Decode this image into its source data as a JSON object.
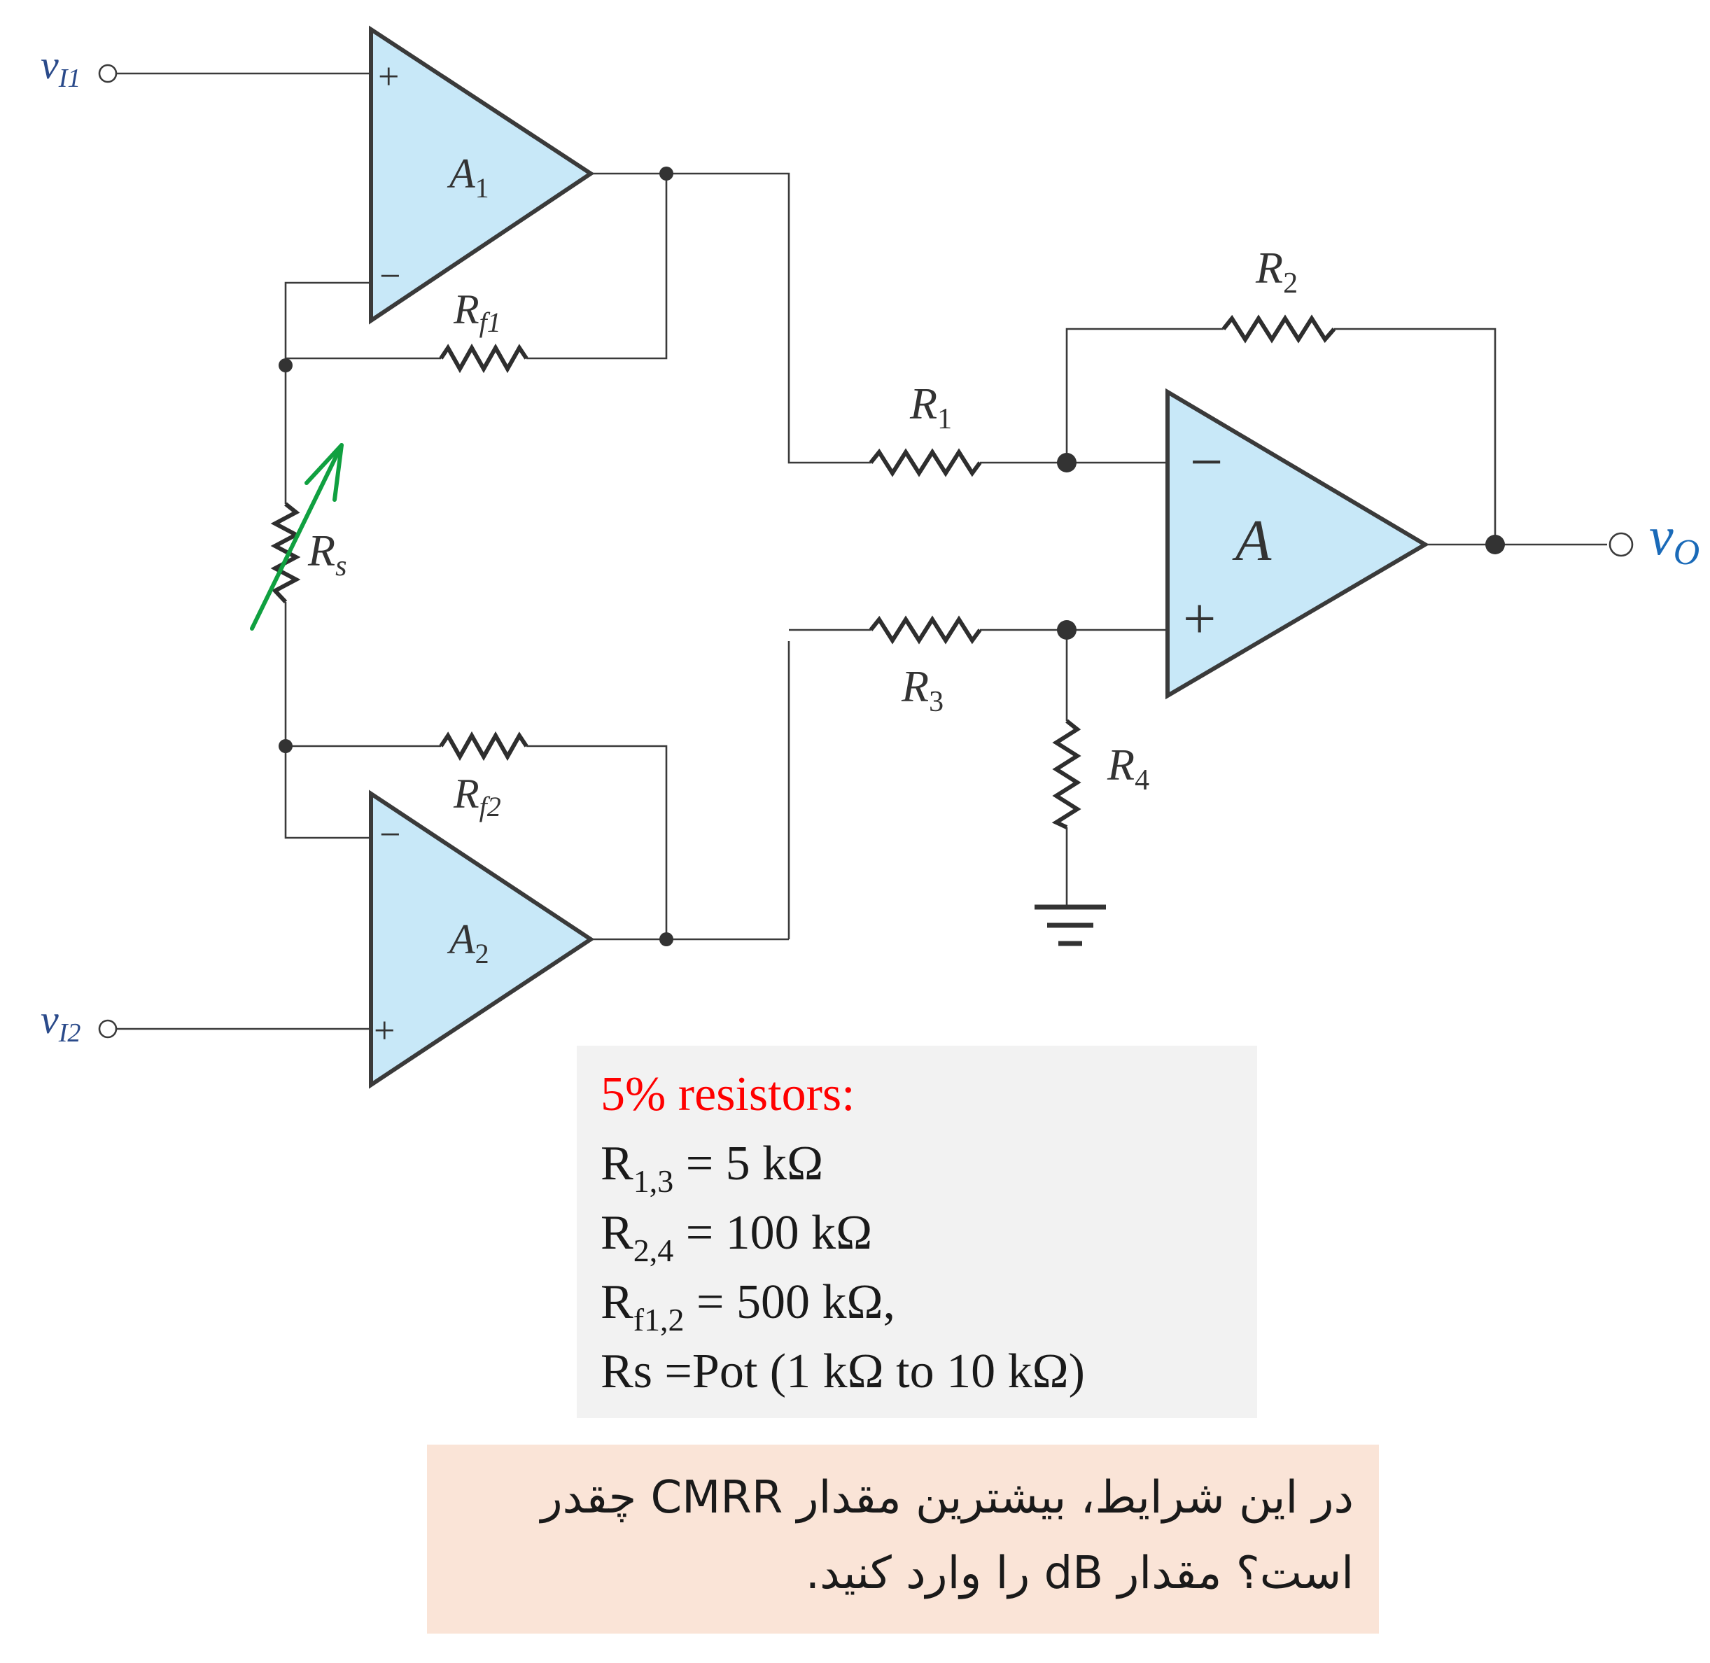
{
  "diagram": {
    "inputs": {
      "v1": {
        "main": "v",
        "sub": "I1"
      },
      "v2": {
        "main": "v",
        "sub": "I2"
      }
    },
    "output": {
      "main": "v",
      "sub": "O"
    },
    "opamps": {
      "a1": {
        "main": "A",
        "sub": "1"
      },
      "a2": {
        "main": "A",
        "sub": "2"
      },
      "a": {
        "main": "A"
      }
    },
    "resistors": {
      "rf1": {
        "main": "R",
        "sub": "f1"
      },
      "rf2": {
        "main": "R",
        "sub": "f2"
      },
      "rs": {
        "main": "R",
        "sub": "s"
      },
      "r1": {
        "main": "R",
        "sub": "1"
      },
      "r2": {
        "main": "R",
        "sub": "2"
      },
      "r3": {
        "main": "R",
        "sub": "3"
      },
      "r4": {
        "main": "R",
        "sub": "4"
      }
    },
    "signs": {
      "plus": "+",
      "minus": "−"
    },
    "colors": {
      "opamp_fill": "#c8e8f8",
      "pot_arrow": "#10a040",
      "output_label": "#1a6ab8",
      "input_label": "#2a4a8a"
    }
  },
  "specs": {
    "title": "5% resistors:",
    "lines": [
      {
        "main": "R",
        "sub": "1,3",
        "rest": " = 5 kΩ"
      },
      {
        "main": "R",
        "sub": "2,4",
        "rest": " = 100 kΩ"
      },
      {
        "main": "R",
        "sub": "f1,2",
        "rest": " = 500 kΩ,"
      },
      {
        "main": "Rs =Pot (1 kΩ  to 10 kΩ)"
      }
    ]
  },
  "question": {
    "line1": "در این شرایط، بیشترین مقدار CMRR چقدر",
    "line2": "است؟ مقدار dB را وارد کنید."
  }
}
